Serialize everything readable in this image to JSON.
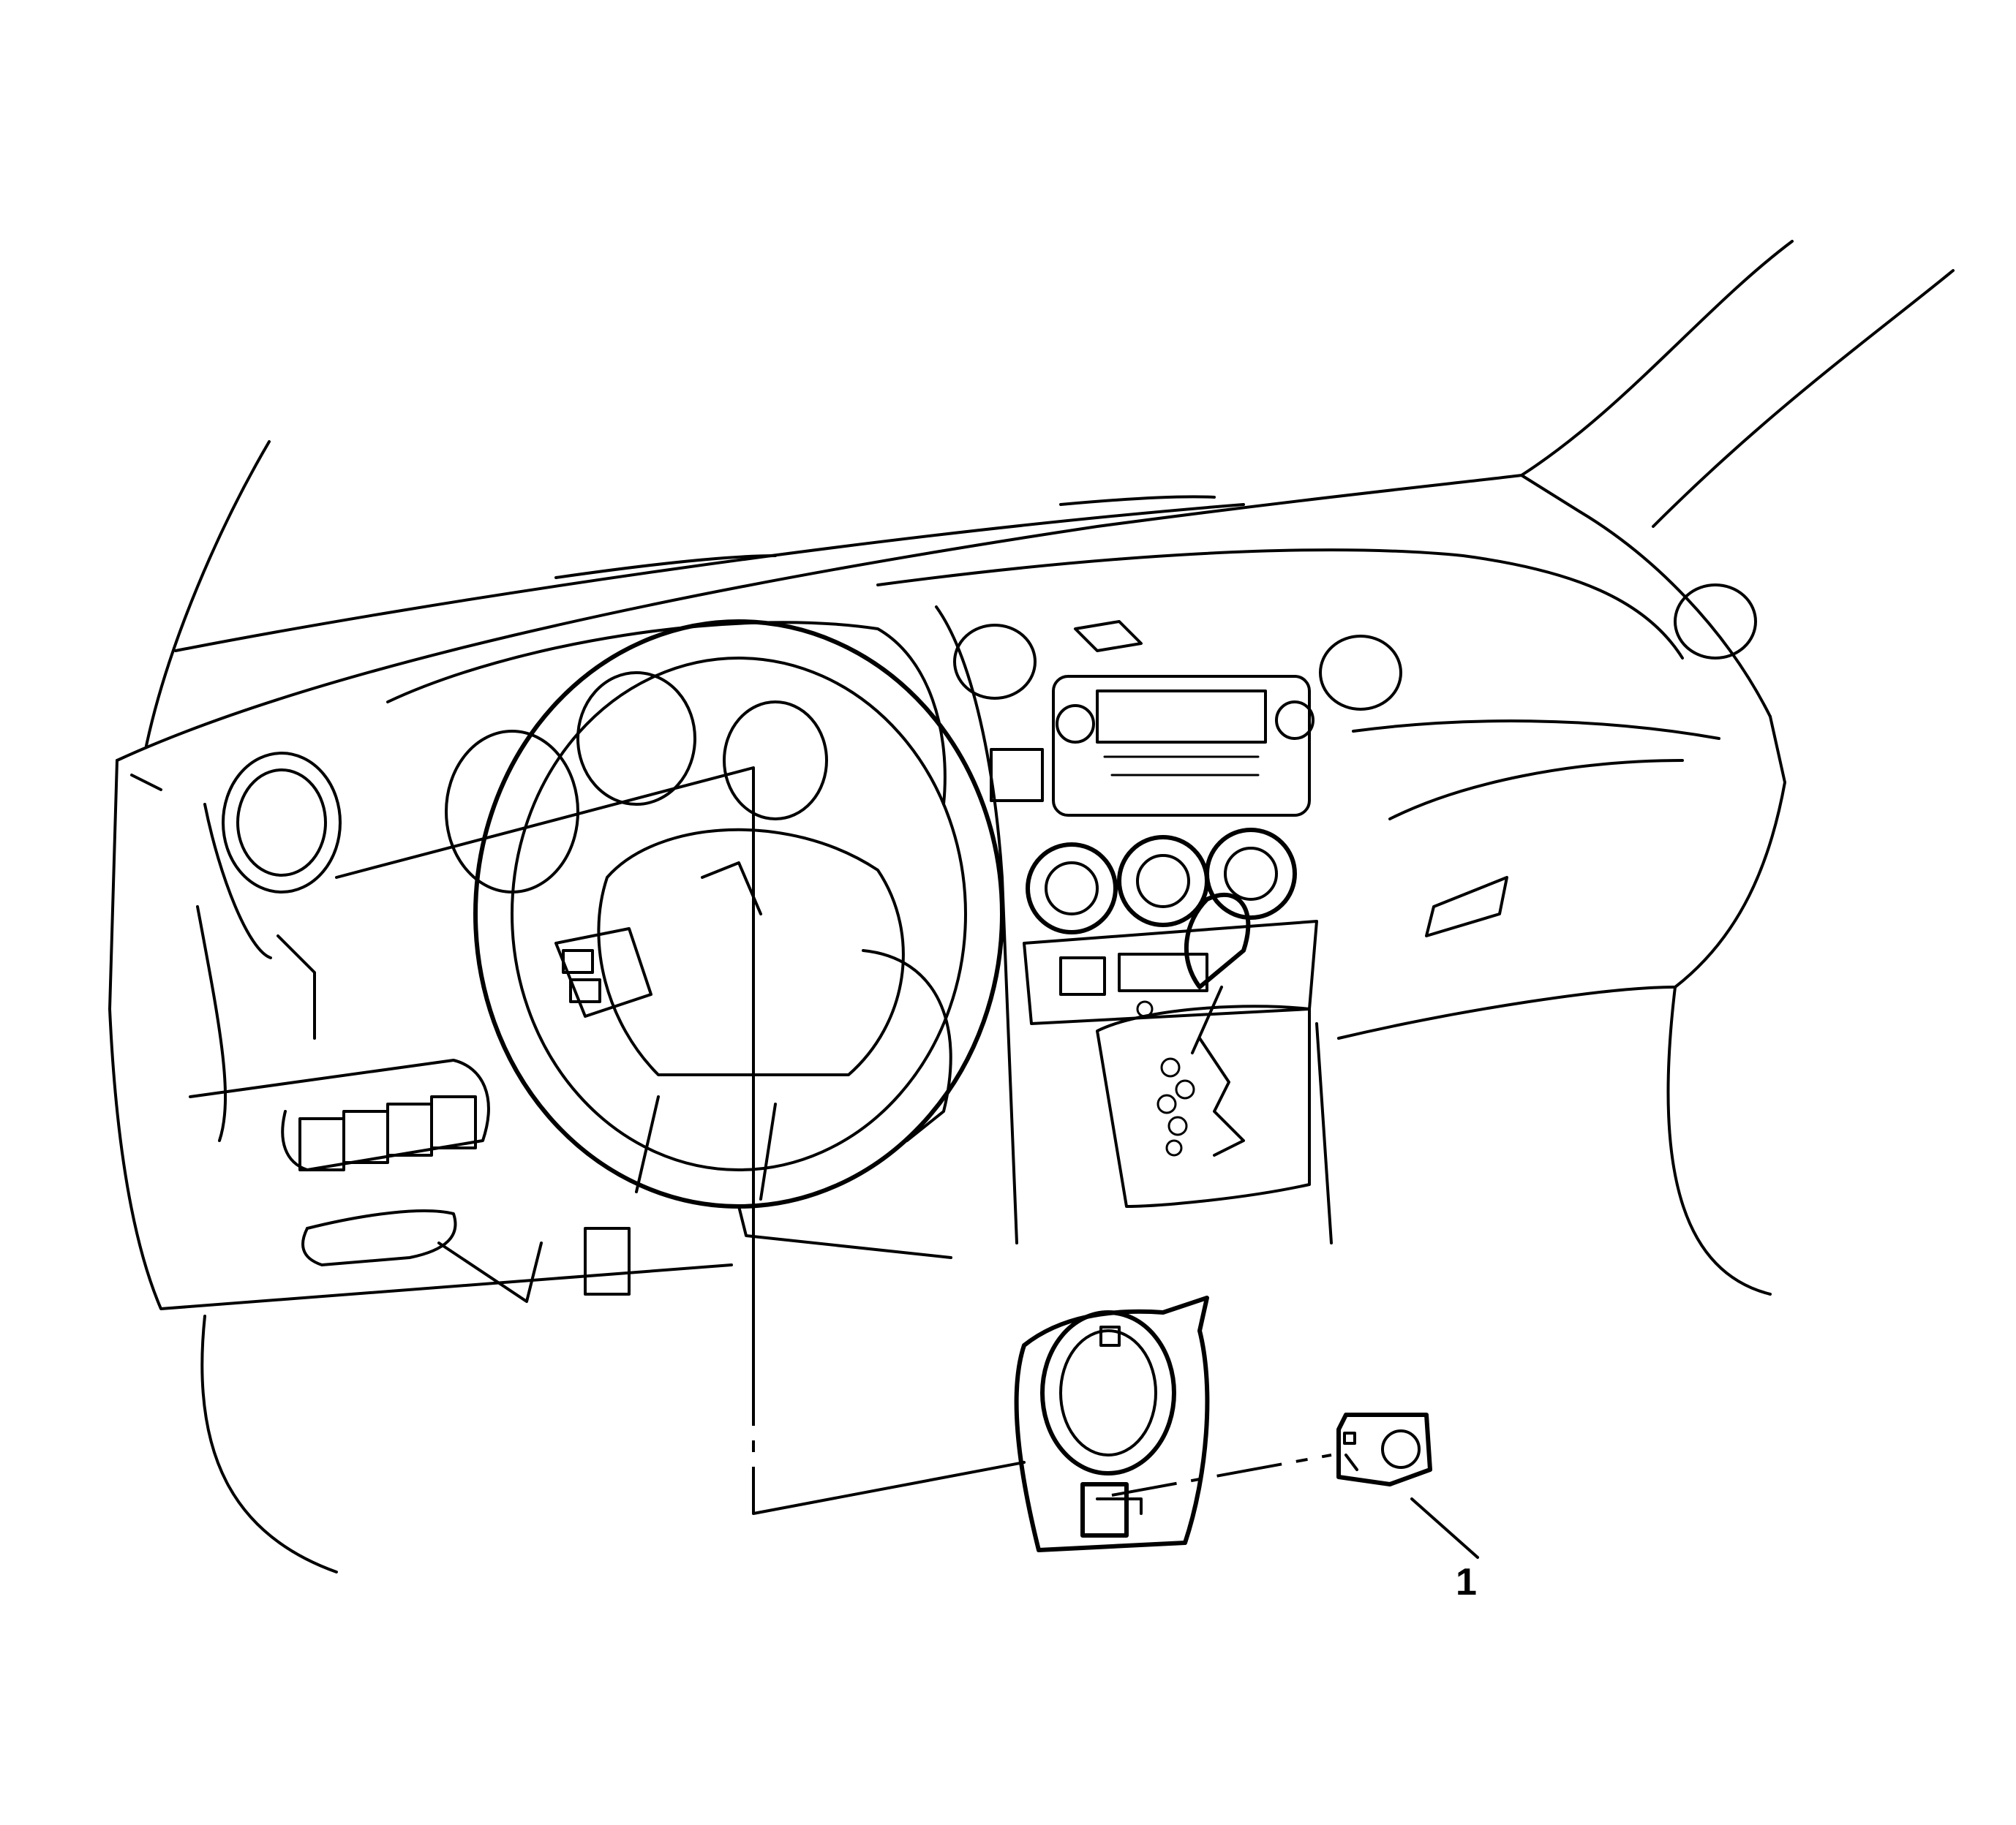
{
  "callouts": [
    {
      "number": "1"
    }
  ],
  "colors": {
    "line": "#000000",
    "background": "#ffffff"
  },
  "icons": [
    "dashboard-drawing",
    "switch-bezel-exploded",
    "switch-component"
  ]
}
